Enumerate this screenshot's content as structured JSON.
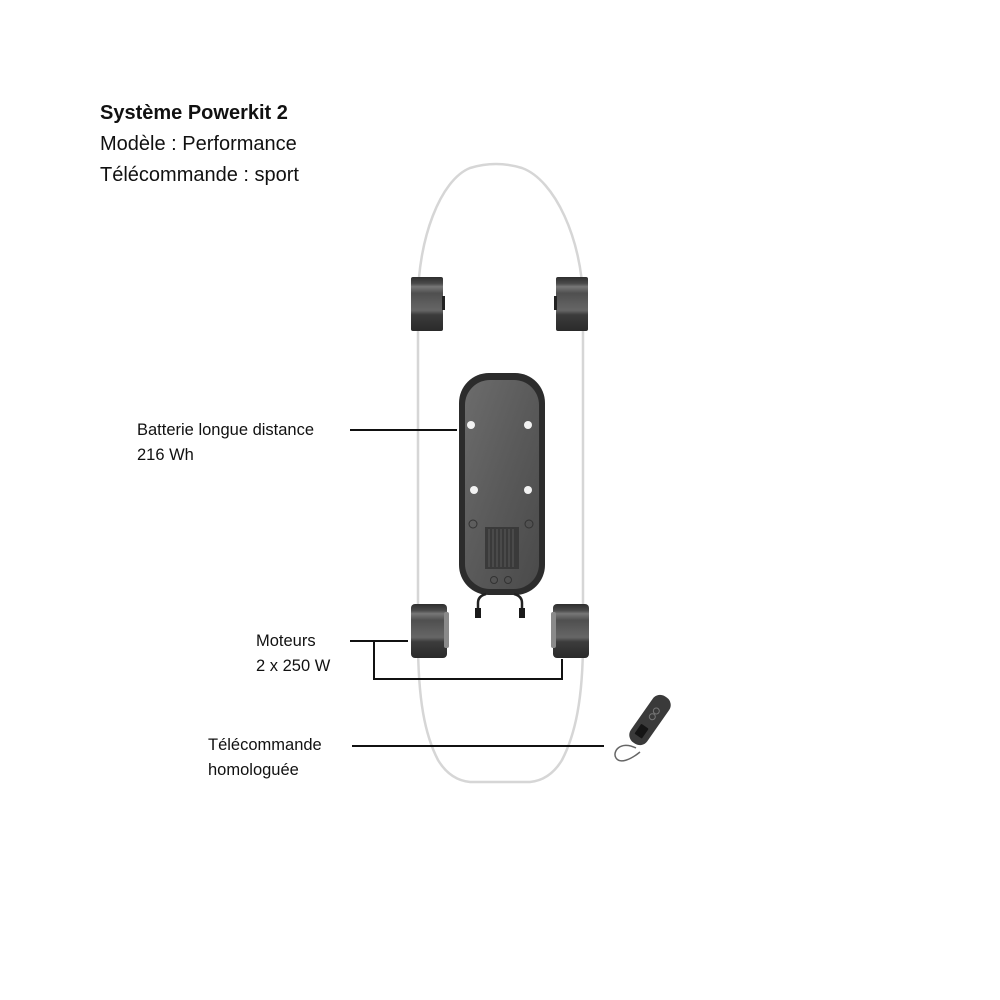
{
  "header": {
    "title": "Système Powerkit 2",
    "model": "Modèle : Performance",
    "remote": "Télécommande : sport"
  },
  "callouts": {
    "battery": {
      "line1": "Batterie longue distance",
      "line2": "216 Wh"
    },
    "motors": {
      "line1": "Moteurs",
      "line2": "2 x 250 W"
    },
    "remote": {
      "line1": "Télécommande",
      "line2": "homologuée"
    }
  },
  "colors": {
    "deck_outline": "#d4d4d4",
    "component_dark": "#3a3a3a",
    "component_mid": "#5c5c5c",
    "leader_line": "#111111"
  }
}
